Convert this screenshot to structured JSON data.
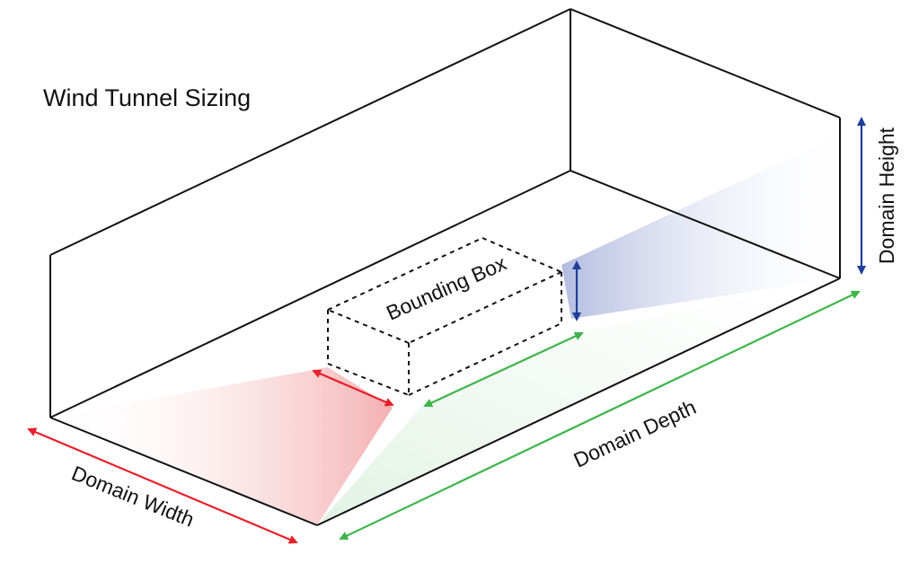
{
  "title": "Wind Tunnel Sizing",
  "labels": {
    "bounding_box": "Bounding Box",
    "domain_width": "Domain Width",
    "domain_depth": "Domain Depth",
    "domain_height": "Domain Height"
  },
  "colors": {
    "width": "#e8202a",
    "depth": "#3db54a",
    "height": "#1f3f9a",
    "edge": "#111111"
  }
}
